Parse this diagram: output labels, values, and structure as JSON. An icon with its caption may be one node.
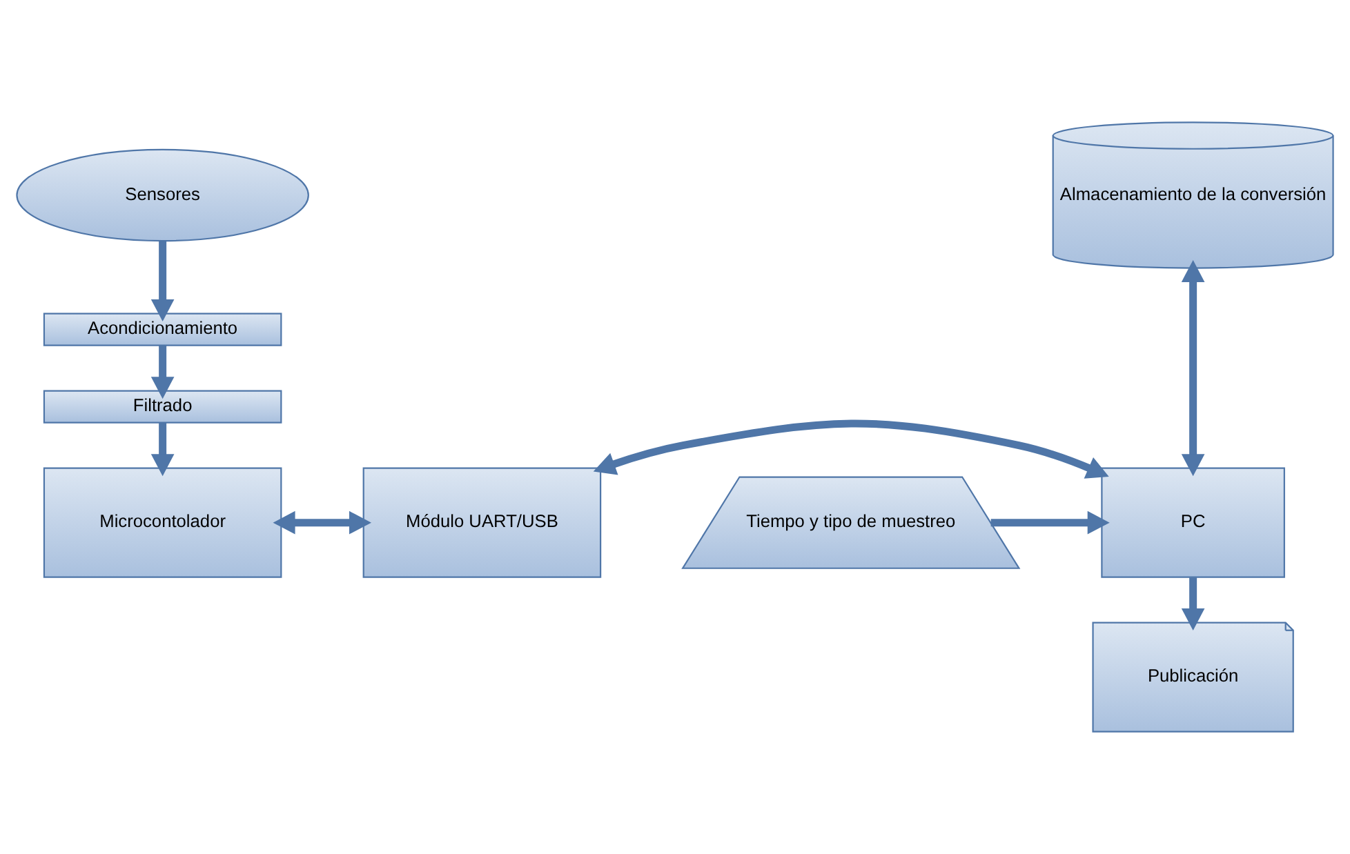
{
  "diagram": {
    "nodes": [
      {
        "text": [
          "Sensores"
        ]
      },
      {
        "text": [
          "Acondicionamiento"
        ]
      },
      {
        "text": [
          "Filtrado"
        ]
      },
      {
        "text": [
          "Microcontolador"
        ]
      },
      {
        "text": [
          "Módulo UART/USB"
        ]
      },
      {
        "text": [
          "Almacenamiento de la conversión"
        ]
      },
      {
        "text": [
          "PC"
        ]
      },
      {
        "text": [
          "Tiempo y tipo de muestreo"
        ]
      },
      {
        "text": [
          "Publicación"
        ]
      }
    ],
    "edges": [
      {
        "from": 0,
        "to": 1,
        "arrow": "to"
      },
      {
        "from": 1,
        "to": 2,
        "arrow": "to"
      },
      {
        "from": 2,
        "to": 3,
        "arrow": "to"
      },
      {
        "from": 3,
        "to": 4,
        "arrow": "both"
      },
      {
        "from": 4,
        "to": 6,
        "arrow": "both"
      },
      {
        "from": 6,
        "to": 5,
        "arrow": "both"
      },
      {
        "from": 7,
        "to": 6,
        "arrow": "to"
      },
      {
        "from": 6,
        "to": 8,
        "arrow": "to"
      }
    ]
  }
}
